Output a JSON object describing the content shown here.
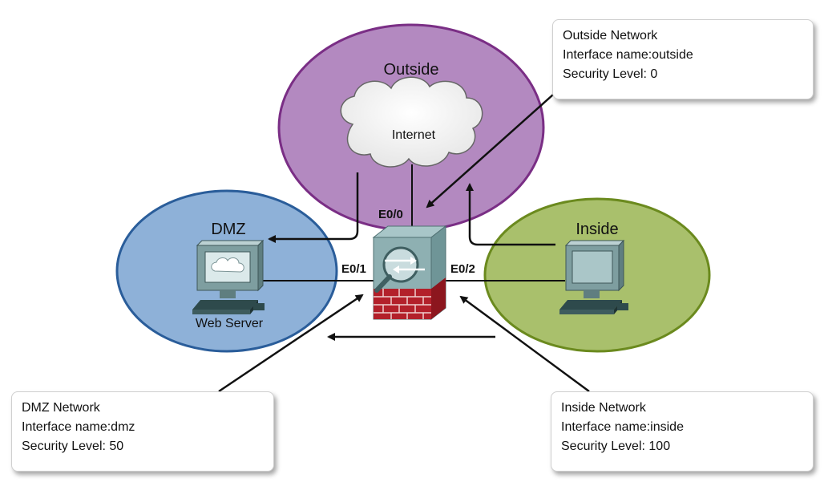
{
  "zones": {
    "outside": {
      "label": "Outside",
      "fill": "#b389c0",
      "stroke": "#7a2e85"
    },
    "dmz": {
      "label": "DMZ",
      "fill": "#8eb1d8",
      "stroke": "#2a5d9a"
    },
    "inside": {
      "label": "Inside",
      "fill": "#a9c06c",
      "stroke": "#6b8a1e"
    }
  },
  "cloud": {
    "label": "Internet"
  },
  "ports": {
    "outside": "E0/0",
    "dmz": "E0/1",
    "inside": "E0/2"
  },
  "web_server": {
    "label": "Web Server"
  },
  "callouts": {
    "outside": {
      "title": "Outside Network",
      "iface_label": "Interface name:",
      "iface_value": "outside",
      "sec_label": "Security Level: ",
      "sec_value": "0"
    },
    "dmz": {
      "title": "DMZ Network",
      "iface_label": "Interface name:",
      "iface_value": "dmz",
      "sec_label": "Security Level: ",
      "sec_value": "50"
    },
    "inside": {
      "title": "Inside Network",
      "iface_label": "Interface name:",
      "iface_value": "inside",
      "sec_label": "Security Level: ",
      "sec_value": "100"
    }
  },
  "icons": {
    "firewall": "firewall-icon",
    "server": "web-server-icon",
    "pc": "pc-icon",
    "cloud": "cloud-icon"
  }
}
